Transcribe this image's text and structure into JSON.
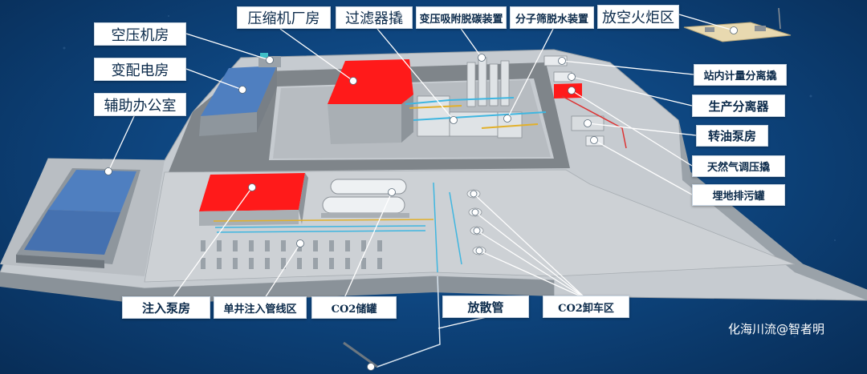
{
  "labels": {
    "air_compressor_room": "空压机房",
    "substation": "变配电房",
    "aux_office": "辅助办公室",
    "compressor_building": "压缩机厂房",
    "filter_skid": "过滤器撬",
    "psa_decarb": "变压吸附脱碳装置",
    "mol_sieve": "分子筛脱水装置",
    "flare_area": "放空火炬区",
    "metering_separator": "站内计量分离撬",
    "production_separator": "生产分离器",
    "oil_pump_room": "转油泵房",
    "gas_compressor_skid": "天然气调压撬",
    "buried_drain_tank": "埋地排污罐",
    "injection_pump_room": "注入泵房",
    "single_well_manifold": "单井注入管线区",
    "co2_tanks": "CO2储罐",
    "vent_pipe": "放散管",
    "co2_unloading": "CO2卸车区"
  },
  "watermark": "化海川流@智者明",
  "colors": {
    "highlight_red": "#ff1a1a",
    "platform_gray": "#c9cdd1",
    "road_gray": "#8d9296",
    "roof_blue": "#4f7fc0"
  }
}
